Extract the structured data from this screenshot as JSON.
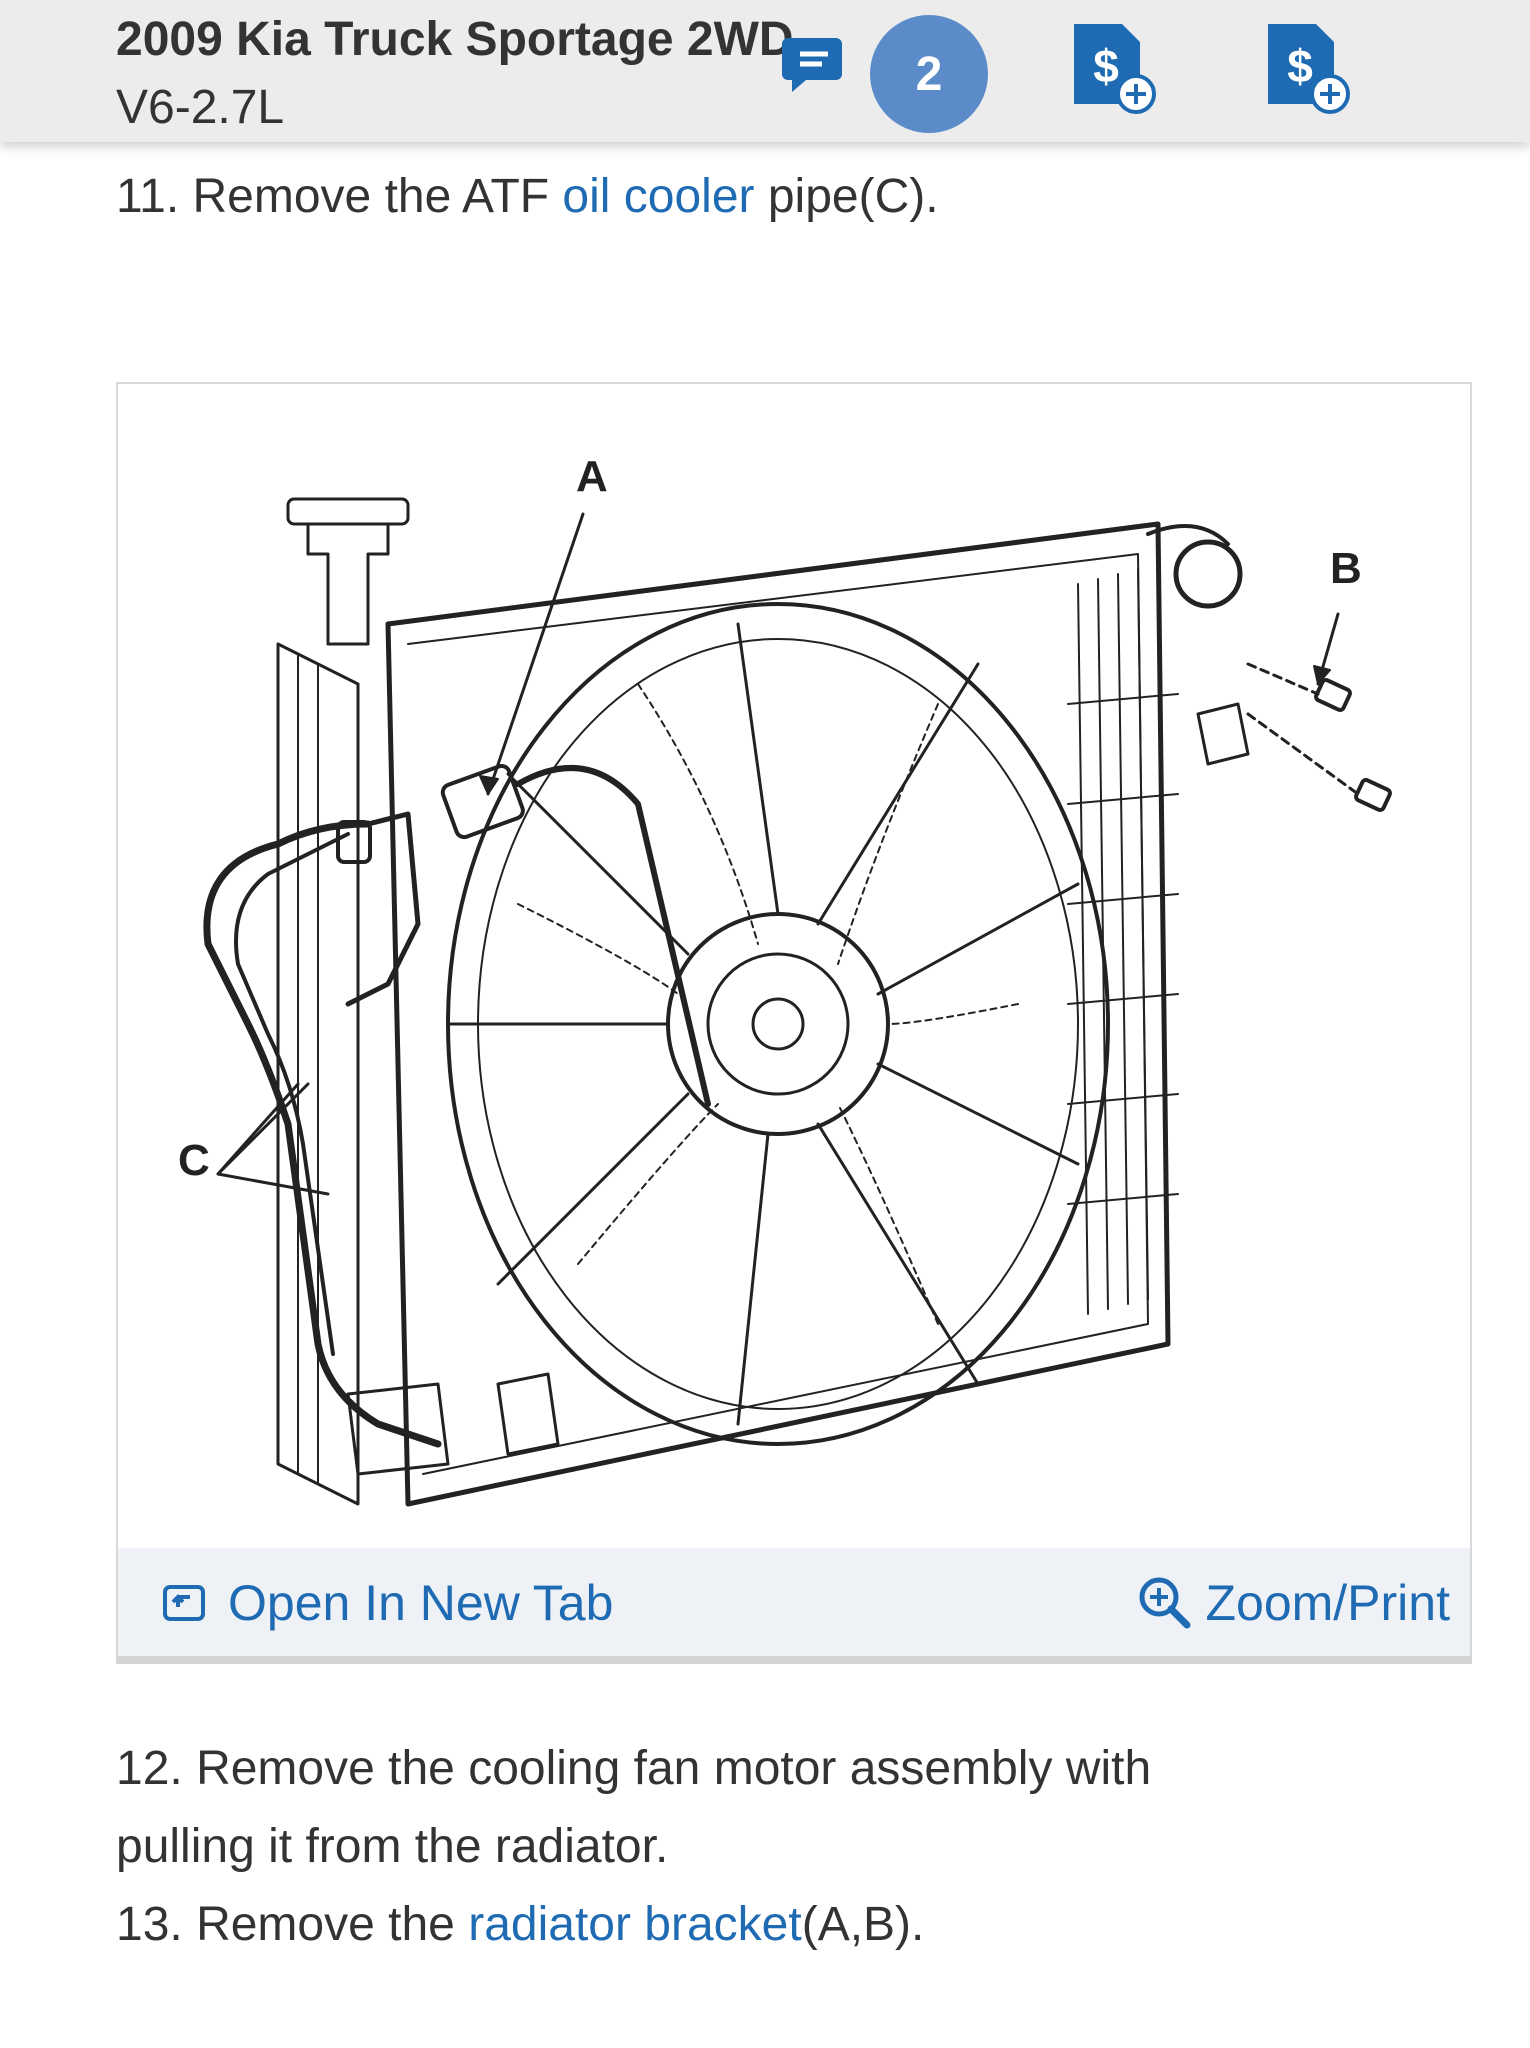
{
  "header": {
    "title_line1": "2009 Kia Truck Sportage 2WD",
    "title_line2": "V6-2.7L",
    "notification_count": "2",
    "icons": [
      "chat-icon",
      "add-price-icon",
      "add-price-icon"
    ],
    "accent_color": "#5b8cc9"
  },
  "steps": {
    "s11": {
      "prefix": "11. Remove the ATF ",
      "link": "oil cooler",
      "suffix": " pipe(C)."
    },
    "s12_line1": "12. Remove the cooling fan motor assembly with",
    "s12_line2": "pulling it from the radiator.",
    "s13": {
      "prefix": "13. Remove the ",
      "link": "radiator bracket",
      "suffix": "(A,B)."
    }
  },
  "figure": {
    "labels": {
      "a": "A",
      "b": "B",
      "c": "C"
    },
    "open_tab_label": "Open In New Tab",
    "zoom_label": "Zoom/Print"
  },
  "colors": {
    "link": "#1f6bb3",
    "text": "#333333",
    "header_bg": "#ececec"
  }
}
